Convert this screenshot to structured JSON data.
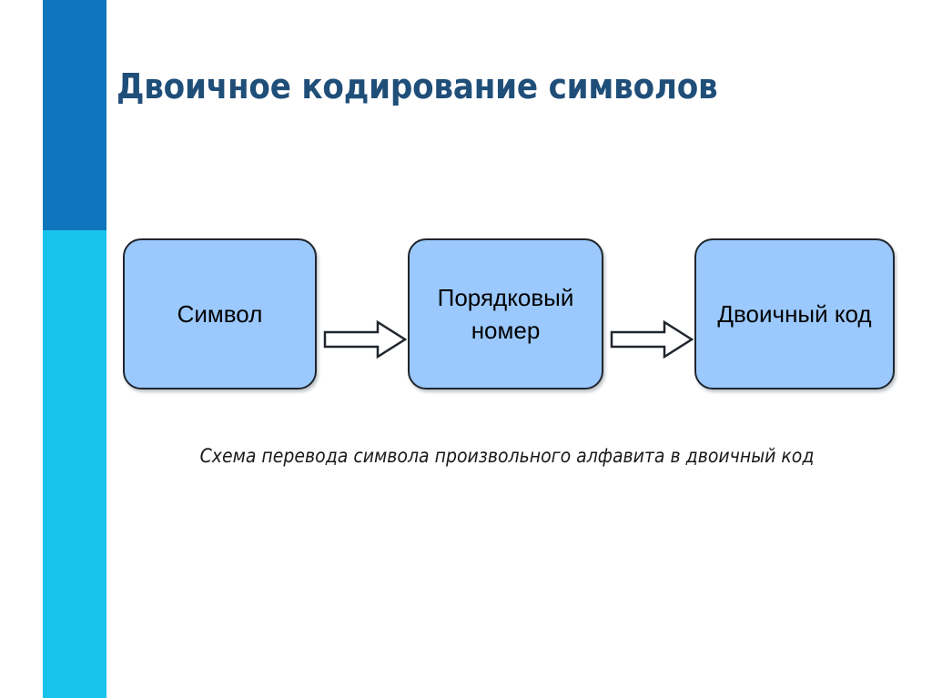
{
  "slide": {
    "title": "Двоичное кодирование символов",
    "title_color": "#1f4e79",
    "background_color": "#ffffff"
  },
  "sidebar": {
    "top_color": "#0f76be",
    "bottom_color": "#18c3ec"
  },
  "diagram": {
    "node_fill": "#9bc9fe",
    "node_border": "#20262e",
    "arrow_fill": "#ffffff",
    "arrow_stroke": "#20262e",
    "nodes": [
      {
        "id": "symbol",
        "label": "Символ"
      },
      {
        "id": "ordinal",
        "label": "Порядковый номер"
      },
      {
        "id": "binary",
        "label": "Двоичный код"
      }
    ],
    "arrows": [
      {
        "id": "arrow-symbol-to-ordinal",
        "direction": "right"
      },
      {
        "id": "arrow-ordinal-to-binary",
        "direction": "right"
      }
    ],
    "caption": "Схема перевода символа произвольного алфавита в двоичный код"
  }
}
